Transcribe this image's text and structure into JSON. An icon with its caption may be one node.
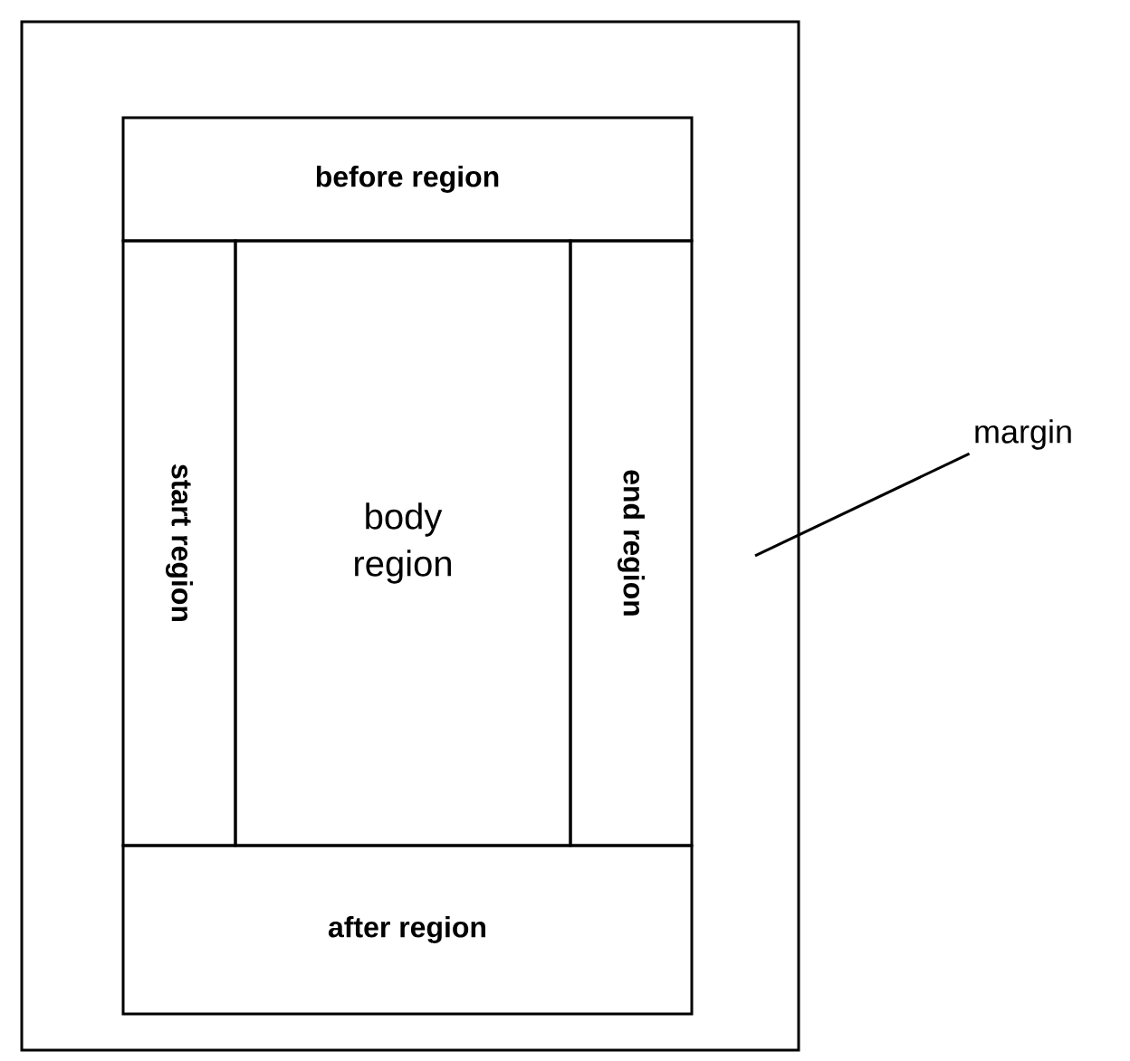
{
  "diagram": {
    "nodes": [
      {
        "text": [],
        "shape": "box"
      },
      {
        "text": [
          "before region"
        ],
        "in": 0
      },
      {
        "text": [
          "start region"
        ],
        "in": 0
      },
      {
        "text": [
          "body region"
        ],
        "in": 0
      },
      {
        "text": [
          "end region"
        ],
        "in": 0
      },
      {
        "text": [
          "after region"
        ],
        "in": 0
      },
      {
        "text": [
          "margin"
        ]
      }
    ],
    "edges": [
      {
        "from": 6,
        "to": 0,
        "arrow": "none"
      }
    ]
  }
}
